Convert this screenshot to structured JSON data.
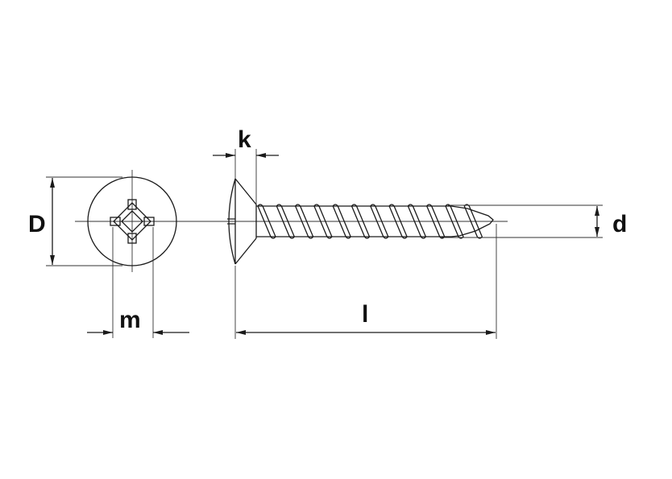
{
  "labels": {
    "head_diameter": "D",
    "recess_width": "m",
    "head_height": "k",
    "length": "l",
    "thread_diameter": "d"
  },
  "colors": {
    "line": "#1a1a1a",
    "background": "#ffffff"
  }
}
